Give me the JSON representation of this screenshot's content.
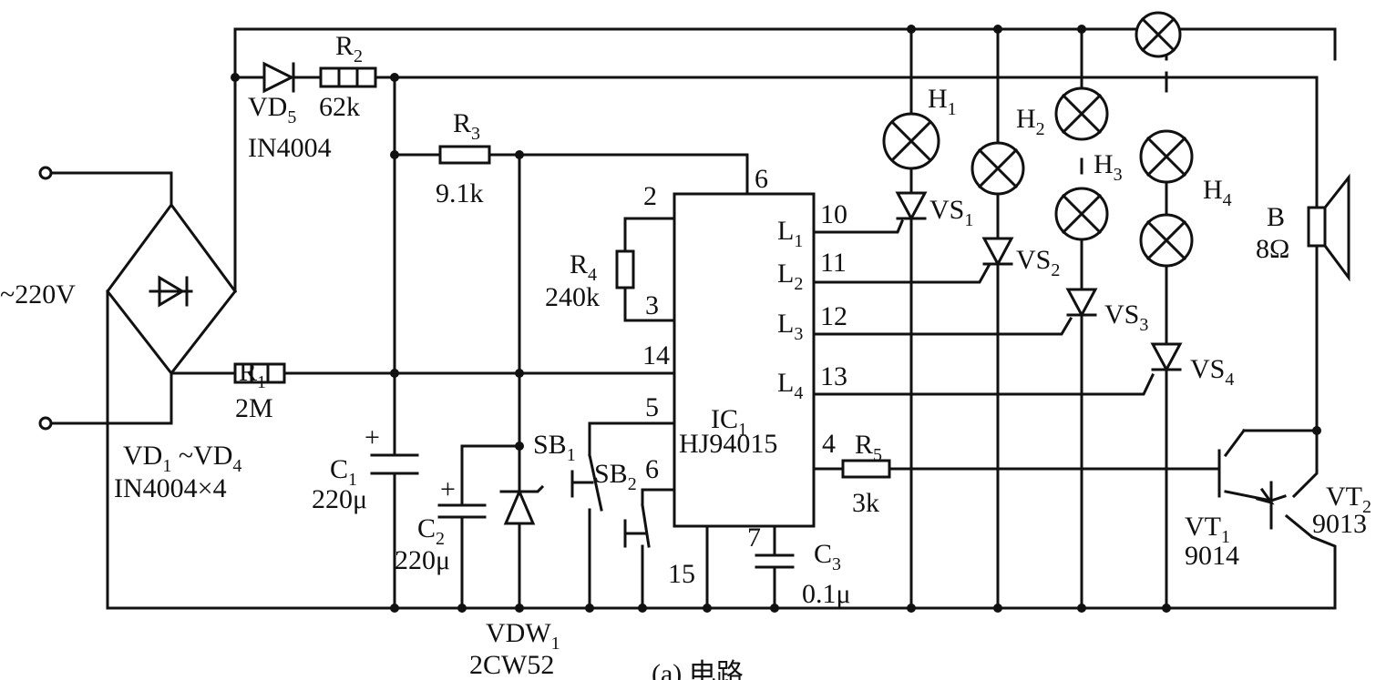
{
  "labels": {
    "ac": "~220V",
    "bridge": {
      "name": "VD",
      "sub1": "1",
      "mid": " ~VD",
      "sub2": "4",
      "part": "IN4004×4"
    },
    "r1": {
      "name": "R",
      "sub": "1",
      "value": "2M"
    },
    "r2": {
      "name": "R",
      "sub": "2",
      "value": "62k"
    },
    "r3": {
      "name": "R",
      "sub": "3",
      "value": "9.1k"
    },
    "r4": {
      "name": "R",
      "sub": "4",
      "value": "240k"
    },
    "r5": {
      "name": "R",
      "sub": "5",
      "value": "3k"
    },
    "vd5": {
      "name": "VD",
      "sub": "5",
      "part": "IN4004"
    },
    "c1": {
      "name": "C",
      "sub": "1",
      "value": "220μ"
    },
    "c2": {
      "name": "C",
      "sub": "2",
      "value": "220μ"
    },
    "c3": {
      "name": "C",
      "sub": "3",
      "value": "0.1μ"
    },
    "vdw1": {
      "name": "VDW",
      "sub": "1",
      "part": "2CW52"
    },
    "sb1": {
      "name": "SB",
      "sub": "1"
    },
    "sb2": {
      "name": "SB",
      "sub": "2"
    },
    "ic": {
      "name": "IC",
      "sub": "1",
      "part": "HJ94015"
    },
    "pins": {
      "p2": "2",
      "p3": "3",
      "p4": "4",
      "p5": "5",
      "p6a": "6",
      "p6b": "6",
      "p7": "7",
      "p10": "10",
      "p11": "11",
      "p12": "12",
      "p13": "13",
      "p14": "14",
      "p15": "15"
    },
    "outs": {
      "l1": "L",
      "l1s": "1",
      "l2": "L",
      "l2s": "2",
      "l3": "L",
      "l3s": "3",
      "l4": "L",
      "l4s": "4"
    },
    "lamps": {
      "h1": "H",
      "h1s": "1",
      "h2": "H",
      "h2s": "2",
      "h3": "H",
      "h3s": "3",
      "h4": "H",
      "h4s": "4"
    },
    "scr": {
      "vs1": "VS",
      "vs1s": "1",
      "vs2": "VS",
      "vs2s": "2",
      "vs3": "VS",
      "vs3s": "3",
      "vs4": "VS",
      "vs4s": "4"
    },
    "speaker": {
      "name": "B",
      "value": "8Ω"
    },
    "vt1": {
      "name": "VT",
      "sub": "1",
      "part": "9014"
    },
    "vt2": {
      "name": "VT",
      "sub": "2",
      "part": "9013"
    },
    "caption": "(a) 电路"
  }
}
